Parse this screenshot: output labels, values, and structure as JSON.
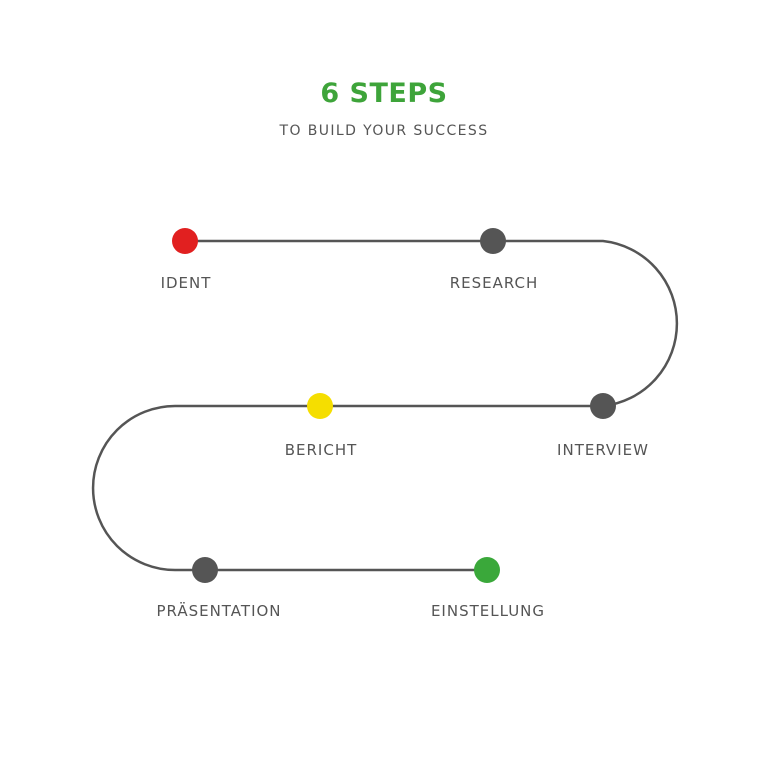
{
  "header": {
    "title": "6 STEPS",
    "subtitle": "TO BUILD YOUR SUCCESS"
  },
  "colors": {
    "title": "#3ea43a",
    "text": "#555555",
    "line": "#555555",
    "node_default": "#555555",
    "node_red": "#e12020",
    "node_yellow": "#f5de00",
    "node_green": "#3aa83a"
  },
  "steps": [
    {
      "label": "IDENT",
      "color": "#e12020"
    },
    {
      "label": "RESEARCH",
      "color": "#555555"
    },
    {
      "label": "INTERVIEW",
      "color": "#555555"
    },
    {
      "label": "BERICHT",
      "color": "#f5de00"
    },
    {
      "label": "PRÄSENTATION",
      "color": "#555555"
    },
    {
      "label": "EINSTELLUNG",
      "color": "#3aa83a"
    }
  ]
}
